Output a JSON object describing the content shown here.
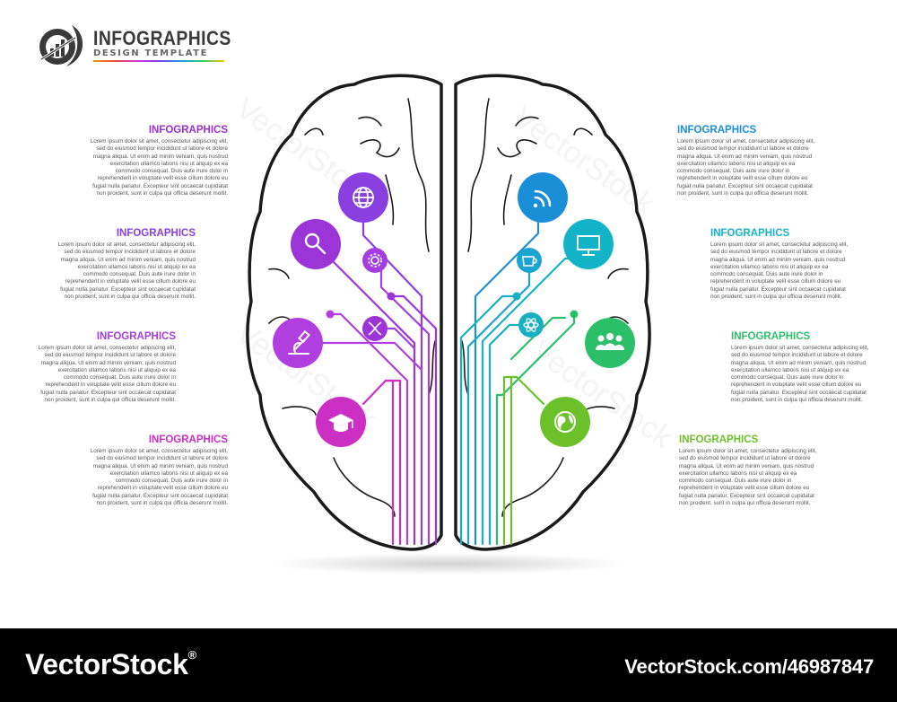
{
  "header": {
    "title": "INFOGRAPHICS",
    "subtitle": "DESIGN TEMPLATE"
  },
  "blocks": [
    {
      "title": "INFOGRAPHICS",
      "color": "#9b2fcf",
      "text": "Lorem ipsum dolor sit amet, consectetur adipiscing elit, sed do eiusmod tempor incididunt ut labore et dolore magna aliqua. Ut enim ad minim veniam, quis nostrud exercitation ullamco laboris nisi ut aliquip ex ea commodo consequat. Duis aute irure dolor in reprehenderit in voluptate velit esse cillum dolore eu fugiat nulla pariatur. Excepteur sint occaecat cupidatat non proident, sunt in culpa qui officia deserunt mollit."
    },
    {
      "title": "INFOGRAPHICS",
      "color": "#8a3fe0",
      "text": "Lorem ipsum dolor sit amet, consectetur adipiscing elit, sed do eiusmod tempor incididunt ut labore et dolore magna aliqua. Ut enim ad minim veniam, quis nostrud exercitation ullamco laboris nisi ut aliquip ex ea commodo consequat. Duis aute irure dolor in reprehenderit in voluptate velit esse cillum dolore eu fugiat nulla pariatur. Excepteur sint occaecat cupidatat non proident, sunt in culpa qui officia deserunt mollit."
    },
    {
      "title": "INFOGRAPHICS",
      "color": "#a43ee0",
      "text": "Lorem ipsum dolor sit amet, consectetur adipiscing elit, sed do eiusmod tempor incididunt ut labore et dolore magna aliqua. Ut enim ad minim veniam, quis nostrud exercitation ullamco laboris nisi ut aliquip ex ea commodo consequat. Duis aute irure dolor in reprehenderit in voluptate velit esse cillum dolore eu fugiat nulla pariatur. Excepteur sint occaecat cupidatat non proident, sunt in culpa qui officia deserunt mollit."
    },
    {
      "title": "INFOGRAPHICS",
      "color": "#cc2fc4",
      "text": "Lorem ipsum dolor sit amet, consectetur adipiscing elit, sed do eiusmod tempor incididunt ut labore et dolore magna aliqua. Ut enim ad minim veniam, quis nostrud exercitation ullamco laboris nisi ut aliquip ex ea commodo consequat. Duis aute irure dolor in reprehenderit in voluptate velit esse cillum dolore eu fugiat nulla pariatur. Excepteur sint occaecat cupidatat non proident, sunt in culpa qui officia deserunt mollit."
    },
    {
      "title": "INFOGRAPHICS",
      "color": "#1a8fd8",
      "text": "Lorem ipsum dolor sit amet, consectetur adipiscing elit, sed do eiusmod tempor incididunt ut labore et dolore magna aliqua. Ut enim ad minim veniam, quis nostrud exercitation ullamco laboris nisi ut aliquip ex ea commodo consequat. Duis aute irure dolor in reprehenderit in voluptate velit esse cillum dolore eu fugiat nulla pariatur. Excepteur sint occaecat cupidatat non proident, sunt in culpa qui officia deserunt mollit."
    },
    {
      "title": "INFOGRAPHICS",
      "color": "#14b4c8",
      "text": "Lorem ipsum dolor sit amet, consectetur adipiscing elit, sed do eiusmod tempor incididunt ut labore et dolore magna aliqua. Ut enim ad minim veniam, quis nostrud exercitation ullamco laboris nisi ut aliquip ex ea commodo consequat. Duis aute irure dolor in reprehenderit in voluptate velit esse cillum dolore eu fugiat nulla pariatur. Excepteur sint occaecat cupidatat non proident, sunt in culpa qui officia deserunt mollit."
    },
    {
      "title": "INFOGRAPHICS",
      "color": "#2cbf6a",
      "text": "Lorem ipsum dolor sit amet, consectetur adipiscing elit, sed do eiusmod tempor incididunt ut labore et dolore magna aliqua. Ut enim ad minim veniam, quis nostrud exercitation ullamco laboris nisi ut aliquip ex ea commodo consequat. Duis aute irure dolor in reprehenderit in voluptate velit esse cillum dolore eu fugiat nulla pariatur. Excepteur sint occaecat cupidatat non proident, sunt in culpa qui officia deserunt mollit."
    },
    {
      "title": "INFOGRAPHICS",
      "color": "#6cc12a",
      "text": "Lorem ipsum dolor sit amet, consectetur adipiscing elit, sed do eiusmod tempor incididunt ut labore et dolore magna aliqua. Ut enim ad minim veniam, quis nostrud exercitation ullamco laboris nisi ut aliquip ex ea commodo consequat. Duis aute irure dolor in reprehenderit in voluptate velit esse cillum dolore eu fugiat nulla pariatur. Excepteur sint occaecat cupidatat non proident, sunt in culpa qui officia deserunt mollit."
    }
  ],
  "nodes_left": [
    {
      "icon": "globe-icon",
      "color": "#8a3fe0"
    },
    {
      "icon": "magnifier-icon",
      "color": "#9b35d8"
    },
    {
      "icon": "gear-icon",
      "color": "#a43ee0"
    },
    {
      "icon": "microscope-icon",
      "color": "#b13fe0"
    },
    {
      "icon": "dna-icon",
      "color": "#9b35d8"
    },
    {
      "icon": "graduation-cap-icon",
      "color": "#cc2fc4"
    }
  ],
  "nodes_right": [
    {
      "icon": "wifi-icon",
      "color": "#1a8fd8"
    },
    {
      "icon": "monitor-icon",
      "color": "#14b4c8"
    },
    {
      "icon": "coffee-icon",
      "color": "#1aa5d0"
    },
    {
      "icon": "atom-icon",
      "color": "#18b0c0"
    },
    {
      "icon": "team-icon",
      "color": "#2cbf6a"
    },
    {
      "icon": "earth-icon",
      "color": "#6cc12a"
    }
  ],
  "footer": {
    "brand": "VectorStock",
    "reg": "®",
    "url_id": "VectorStock.com/46987847"
  }
}
